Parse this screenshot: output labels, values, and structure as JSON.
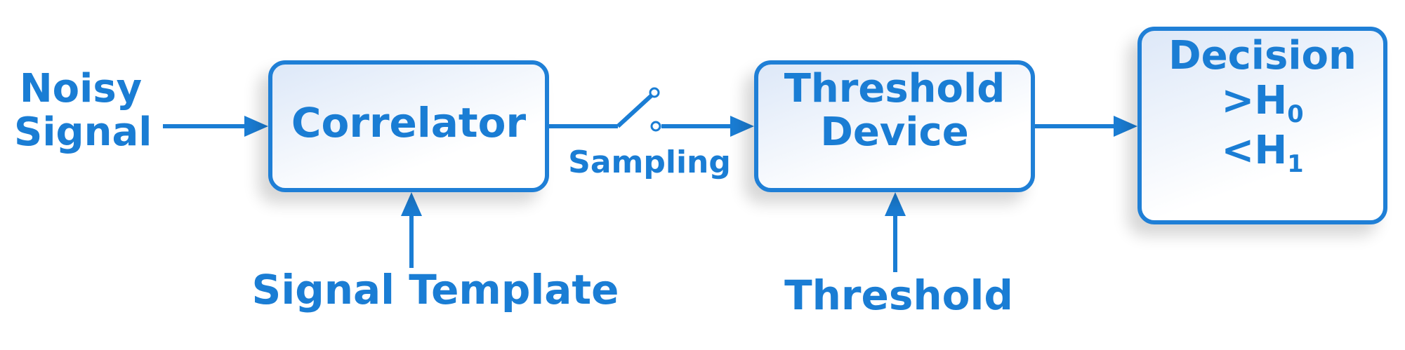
{
  "inputs": {
    "noisy_line1": "Noisy",
    "noisy_line2": "Signal",
    "template": "Signal Template",
    "threshold": "Threshold"
  },
  "blocks": {
    "correlator": "Correlator",
    "threshold_line1": "Threshold",
    "threshold_line2": "Device",
    "decision_title": "Decision",
    "decision_h0_prefix": ">H",
    "decision_h0_sub": "0",
    "decision_h1_prefix": "<H",
    "decision_h1_sub": "1"
  },
  "switch_label": "Sampling",
  "colors": {
    "accent": "#1a7dd4",
    "box_border": "#1f7fd6"
  }
}
